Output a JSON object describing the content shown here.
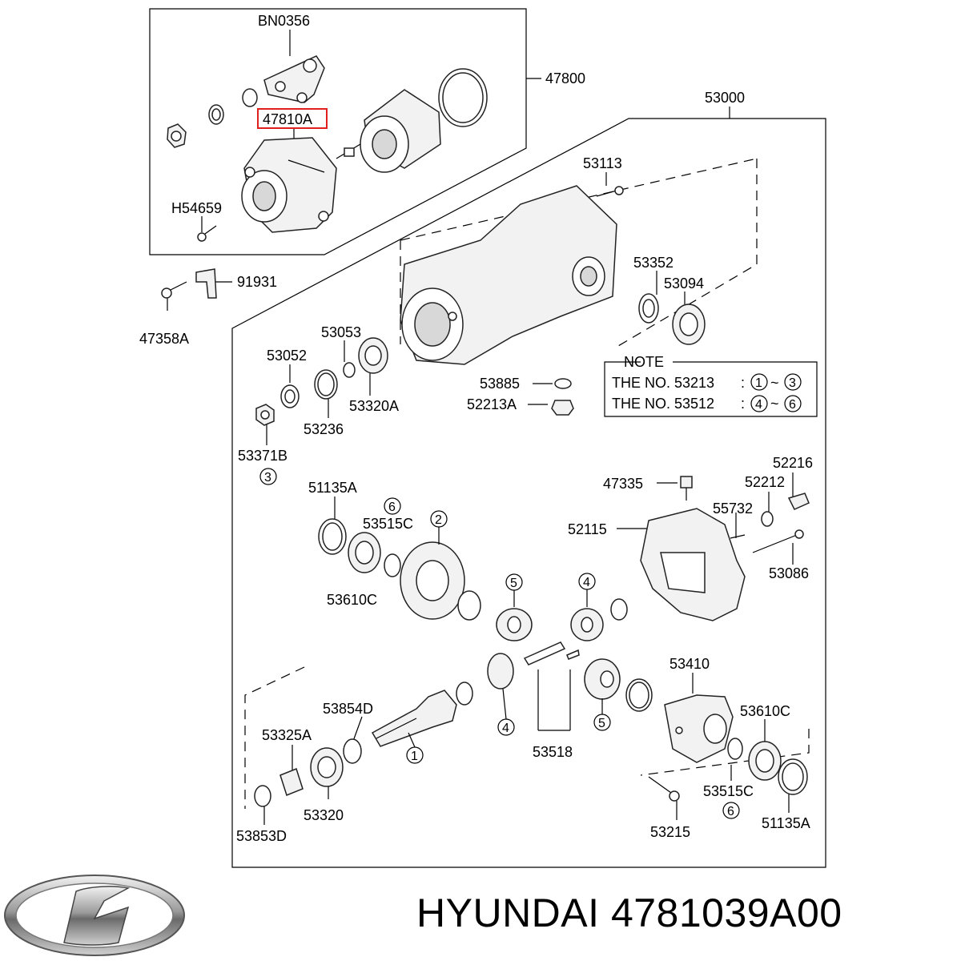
{
  "labels": {
    "bn0356": "BN0356",
    "p47800": "47800",
    "p53000": "53000",
    "p47810a": "47810A",
    "h54659": "H54659",
    "p91931": "91931",
    "p47358a": "47358A",
    "p53113": "53113",
    "p53352": "53352",
    "p53094": "53094",
    "p53053": "53053",
    "p53052": "53052",
    "p53320a": "53320A",
    "p53236": "53236",
    "p53371b": "53371B",
    "p53885": "53885",
    "p52213a": "52213A",
    "p51135a_top": "51135A",
    "p53515c_top": "53515C",
    "p53610c_left": "53610C",
    "p47335": "47335",
    "p52216": "52216",
    "p52212": "52212",
    "p55732": "55732",
    "p52115": "52115",
    "p53086": "53086",
    "p53410": "53410",
    "p53610c_right": "53610C",
    "p53854d": "53854D",
    "p53325a": "53325A",
    "p53518": "53518",
    "p53320": "53320",
    "p53853d": "53853D",
    "p53515c_bottom": "53515C",
    "p53215": "53215",
    "p51135a_bottom": "51135A"
  },
  "circled": {
    "c3": "3",
    "c6_top": "6",
    "c2": "2",
    "c5_top": "5",
    "c4_top": "4",
    "c4_bottom": "4",
    "c5_bottom": "5",
    "c1": "1",
    "c6_bottom": "6"
  },
  "note": {
    "title": "NOTE",
    "line1_prefix": "THE NO.  53213",
    "line1_from": "1",
    "line1_to": "3",
    "line2_prefix": "THE NO.  53512",
    "line2_from": "4",
    "line2_to": "6",
    "colon": ":",
    "tilde": "~"
  },
  "footer": {
    "brand": "HYUNDAI",
    "part_number": "4781039A00"
  },
  "colors": {
    "highlight": "#e0201c",
    "ink": "#000000"
  }
}
